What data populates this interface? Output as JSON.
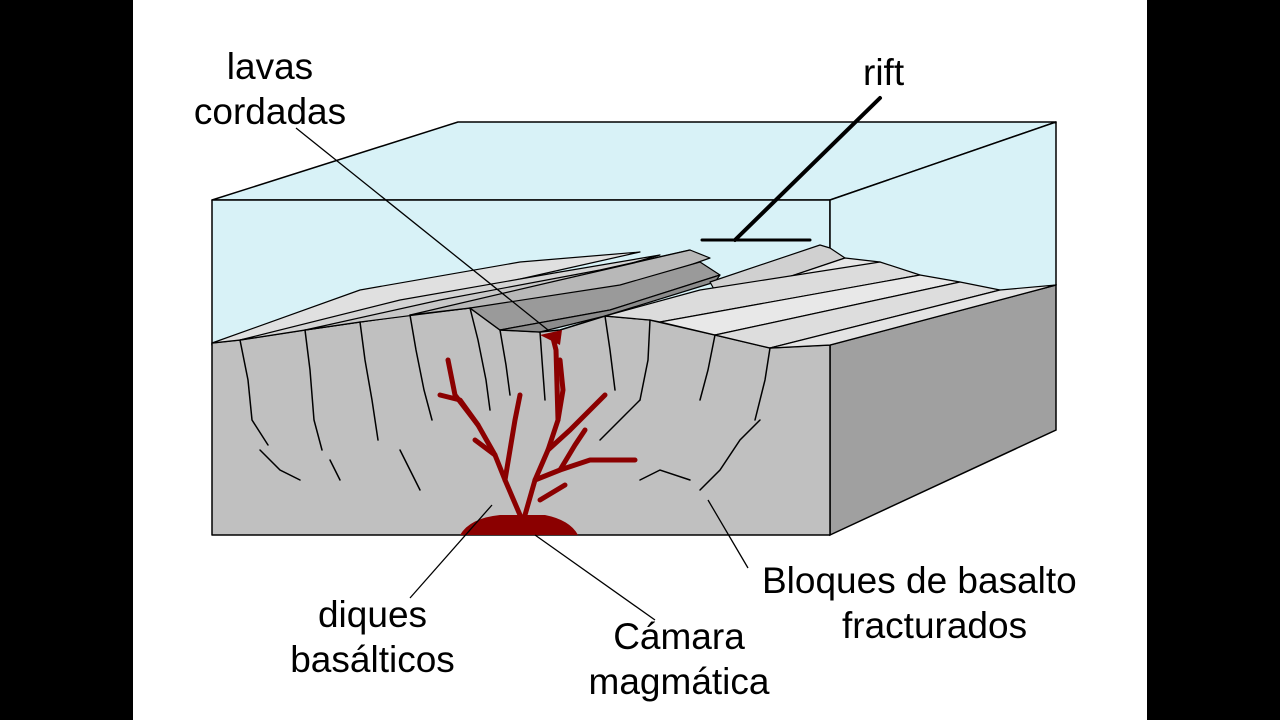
{
  "labels": {
    "lavas": [
      "lavas",
      "cordadas"
    ],
    "rift": "rift",
    "diques": [
      "diques",
      "basálticos"
    ],
    "camara": [
      "Cámara",
      "magmática"
    ],
    "bloques": [
      "Bloques de basalto",
      "fracturados"
    ]
  },
  "colors": {
    "background": "#000000",
    "slide": "#ffffff",
    "water": "#d8f2f7",
    "rock_front": "#c0c0c0",
    "rock_side": "#a0a0a0",
    "magma": "#8b0000",
    "outline": "#000000"
  }
}
